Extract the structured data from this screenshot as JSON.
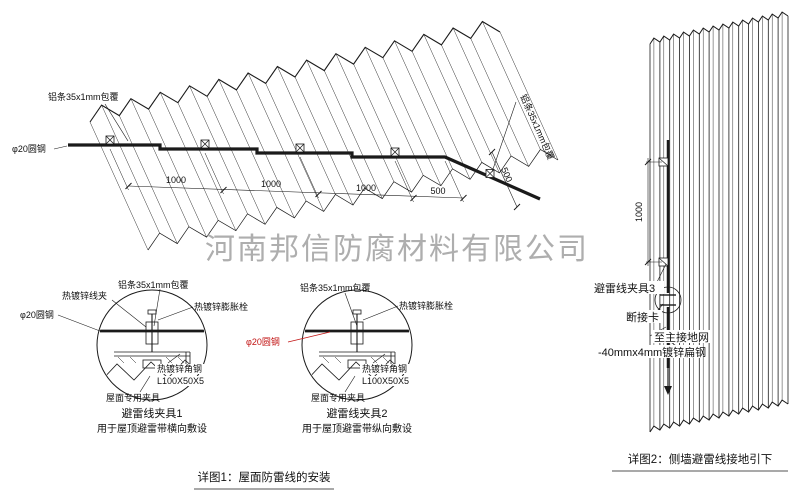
{
  "watermark": "河南邦信防腐材料有限公司",
  "colors": {
    "line": "#1a1a1a",
    "red": "#c21414",
    "watermark": "#9a9a9a"
  },
  "roof_view": {
    "labels": {
      "al_strip_left": "铝条35x1mm包覆",
      "round_steel": "φ20圆钢",
      "al_strip_right": "铝条35x1mm包覆"
    },
    "dims": {
      "a": "1000",
      "b": "1000",
      "c": "1000",
      "d": "500",
      "e": "500"
    }
  },
  "detail1": {
    "labels": {
      "clamp": "热镀锌线夹",
      "al_strip": "铝条35x1mm包覆",
      "anchor_bolt": "热镀锌膨胀栓",
      "round_steel": "φ20圆钢",
      "angle_steel": "热镀锌角钢",
      "angle_spec": "L100X50X5",
      "roof_clamp": "屋面专用夹具"
    },
    "title": "避雷线夹具1",
    "subtitle": "用于屋顶避雷带横向敷设"
  },
  "detail2": {
    "labels": {
      "al_strip": "铝条35x1mm包覆",
      "anchor_bolt": "热镀锌膨胀栓",
      "round_steel": "φ20圆钢",
      "angle_steel": "热镀锌角钢",
      "angle_spec": "L100X50X5",
      "roof_clamp": "屋面专用夹具"
    },
    "title": "避雷线夹具2",
    "subtitle": "用于屋顶避雷带纵向敷设"
  },
  "wall_view": {
    "labels": {
      "clamp3": "避雷线夹具3",
      "break_card": "断接卡",
      "to_ground": "至主接地网",
      "flat_steel": "-40mmx4mm镀锌扁钢"
    },
    "dim": "1000"
  },
  "captions": {
    "detail1": "详图1：屋面防雷线的安装",
    "detail2": "详图2：侧墙避雷线接地引下"
  }
}
